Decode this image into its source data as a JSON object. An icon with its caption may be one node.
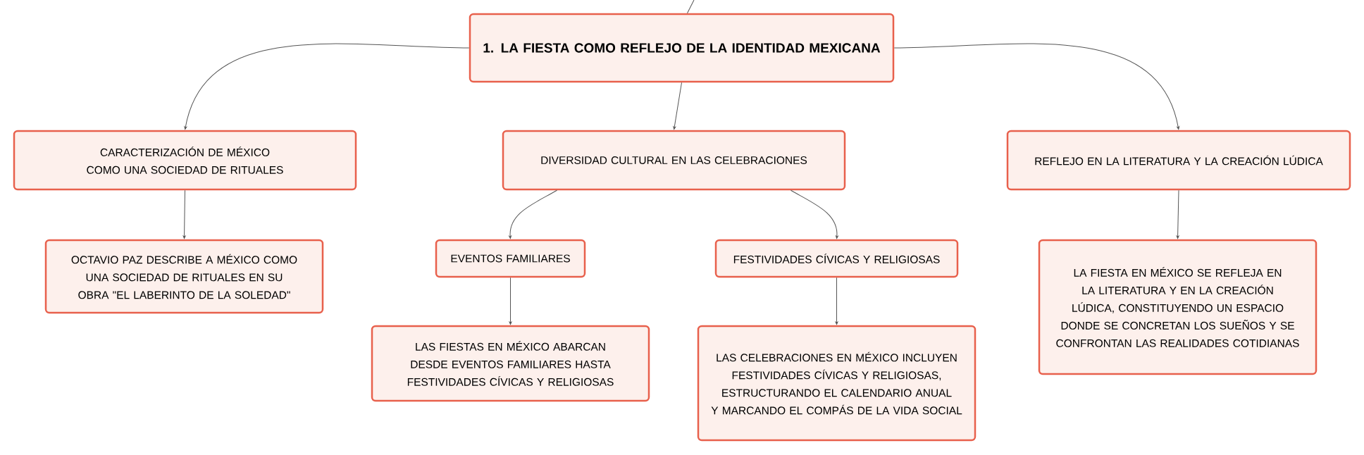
{
  "diagram": {
    "nodes": [
      {
        "text": [
          "1. LA FIESTA COMO REFLEJO DE LA IDENTIDAD MEXICANA"
        ]
      },
      {
        "text": [
          "CARACTERIZACIÓN DE MÉXICO COMO UNA SOCIEDAD DE RITUALES"
        ]
      },
      {
        "text": [
          "DIVERSIDAD CULTURAL EN LAS CELEBRACIONES"
        ]
      },
      {
        "text": [
          "REFLEJO EN LA LITERATURA Y LA CREACIÓN LÚDICA"
        ]
      },
      {
        "text": [
          "OCTAVIO PAZ DESCRIBE A MÉXICO COMO UNA SOCIEDAD DE RITUALES EN SU OBRA \"EL LABERINTO DE LA SOLEDAD\""
        ]
      },
      {
        "text": [
          "EVENTOS FAMILIARES"
        ]
      },
      {
        "text": [
          "FESTIVIDADES CÍVICAS Y RELIGIOSAS"
        ]
      },
      {
        "text": [
          "LA FIESTA EN MÉXICO SE REFLEJA EN LA LITERATURA Y EN LA CREACIÓN LÚDICA, CONSTITUYENDO UN ESPACIO DONDE SE CONCRETAN LOS SUEÑOS Y SE CONFRONTAN LAS REALIDADES COTIDIANAS"
        ]
      },
      {
        "text": [
          "LAS FIESTAS EN MÉXICO ABARCAN DESDE EVENTOS FAMILIARES HASTA FESTIVIDADES CÍVICAS Y RELIGIOSAS"
        ]
      },
      {
        "text": [
          "LAS CELEBRACIONES EN MÉXICO INCLUYEN FESTIVIDADES CÍVICAS Y RELIGIOSAS, ESTRUCTURANDO EL CALENDARIO ANUAL Y MARCANDO EL COMPÁS DE LA VIDA SOCIAL"
        ]
      }
    ],
    "edges": [
      {
        "from": null,
        "to": 0,
        "arrow": "none"
      },
      {
        "from": 0,
        "to": 1,
        "arrow": "to"
      },
      {
        "from": 0,
        "to": 2,
        "arrow": "to"
      },
      {
        "from": 0,
        "to": 3,
        "arrow": "to"
      },
      {
        "from": 1,
        "to": 4,
        "arrow": "to"
      },
      {
        "from": 2,
        "to": 5,
        "arrow": "to"
      },
      {
        "from": 2,
        "to": 6,
        "arrow": "to"
      },
      {
        "from": 5,
        "to": 8,
        "arrow": "to"
      },
      {
        "from": 6,
        "to": 9,
        "arrow": "to"
      },
      {
        "from": 3,
        "to": 7,
        "arrow": "to"
      }
    ]
  }
}
